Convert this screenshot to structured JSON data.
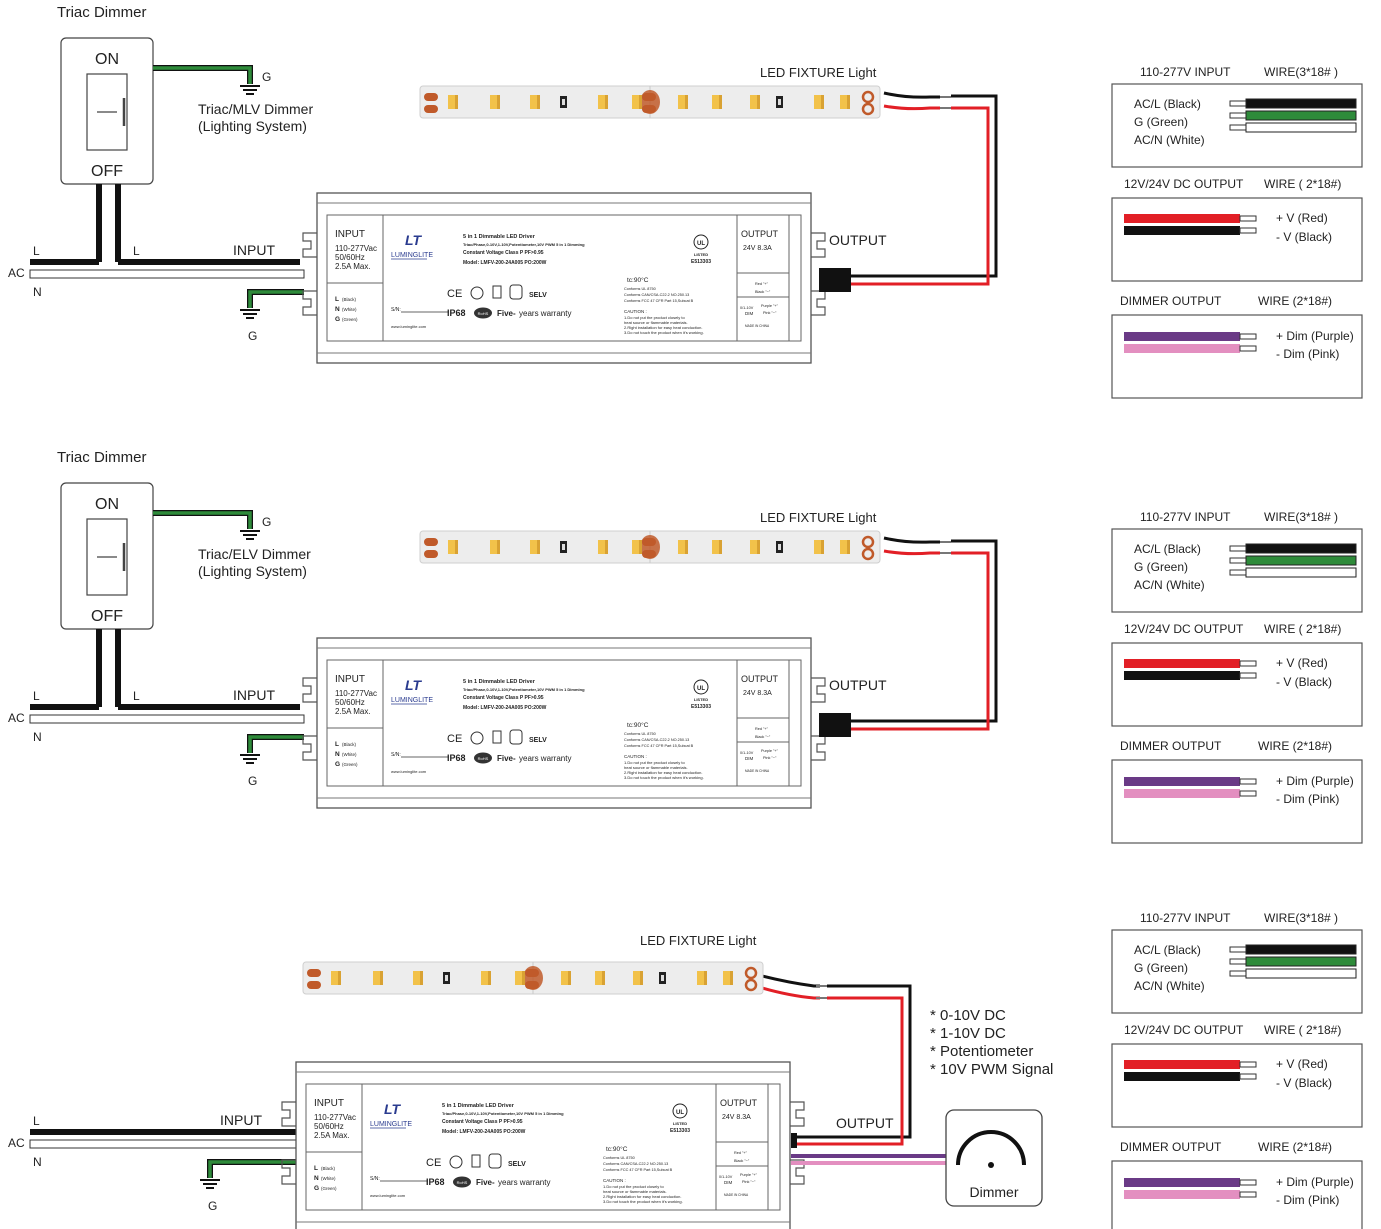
{
  "diagrams": [
    {
      "title": "Triac Dimmer",
      "switch_on": "ON",
      "switch_off": "OFF",
      "dimmer_ground": "G",
      "dimmer_type_line1": "Triac/MLV Dimmer",
      "dimmer_type_line2": "(Lighting System)"
    },
    {
      "title": "Triac Dimmer",
      "switch_on": "ON",
      "switch_off": "OFF",
      "dimmer_ground": "G",
      "dimmer_type_line1": "Triac/ELV Dimmer",
      "dimmer_type_line2": "(Lighting System)"
    },
    {
      "dim_signals": [
        "* 0-10V DC",
        "* 1-10V DC",
        "* Potentiometer",
        "* 10V PWM Signal"
      ],
      "dimmer_label": "Dimmer"
    }
  ],
  "wiring": {
    "ac": "AC",
    "l": "L",
    "n": "N",
    "g": "G",
    "input": "INPUT",
    "output": "OUTPUT",
    "fixture": "LED FIXTURE Light"
  },
  "driver": {
    "input_title": "INPUT",
    "input_voltage": "110-277Vac",
    "input_freq": "50/60Hz",
    "input_current": "2.5A Max.",
    "brand": "LUMINGLITE",
    "product_title": "5 in 1 Dimmable LED Driver",
    "product_modes": "Triac/Phase,0-10V,1-10V,Potentiometer,10V PWM 5 in 1 Dimming",
    "product_cv": "Constant Voltage    Class P    PF>0.95",
    "product_model": "Model: LMFV-200-24A005     PO:200W",
    "tc": "tc:90°C",
    "conform1": "Conforms UL 8750",
    "conform2": "Conforms CAN/CSA-C22.2 NO.250.13",
    "conform3": "Conforms FCC 47 CFR Part 15,Subcat B",
    "ul_listed": "LISTED",
    "ul_number": "E513303",
    "selv": "SELV",
    "ip68": "IP68",
    "rohs": "RoHS",
    "warranty_bold": "Five-",
    "warranty_rest": "years warranty",
    "caution_title": "CAUTION :",
    "caution1": "1.Do not put the product closely to",
    "caution1b": "  heat source or flammable materials.",
    "caution2": "2.Right installation for easy heat conduction.",
    "caution3": "3.Do not touch the product when it's working.",
    "terminal_l": "L",
    "terminal_l_color": "(Black)",
    "terminal_n": "N",
    "terminal_n_color": "(White)",
    "terminal_g": "G",
    "terminal_g_color": "(Green)",
    "sn": "S/N:",
    "website": "www.luminglite.com",
    "output_title": "OUTPUT",
    "output_rating": "24V  8.3A",
    "red_plus": "Red  \"+\"",
    "black_minus": "Black \"−\"",
    "dim_type": "0/1-10V",
    "dim_label": "DIM",
    "purple_plus": "Purple \"+\"",
    "pink_minus": "Pink  \"−\"",
    "made_in": "MADE IN CHINA"
  },
  "legend": {
    "input_title": "110-277V INPUT",
    "input_wire": "WIRE(3*18# )",
    "ac_l": "AC/L (Black)",
    "g": "G (Green)",
    "ac_n": "AC/N (White)",
    "dc_title": "12V/24V DC OUTPUT",
    "dc_wire": "WIRE ( 2*18#)",
    "v_plus": "+ V (Red)",
    "v_minus": "- V (Black)",
    "dim_title": "DIMMER OUTPUT",
    "dim_wire": "WIRE (2*18#)",
    "dim_plus": "+ Dim (Purple)",
    "dim_minus": "- Dim (Pink)"
  },
  "colors": {
    "black_wire": "#111111",
    "green_wire": "#2e8b3a",
    "red_wire": "#e21f26",
    "purple_wire": "#6a3a86",
    "pink_wire": "#e38fc0",
    "led_chip": "#f2c24a",
    "pad": "#c05a2a"
  }
}
